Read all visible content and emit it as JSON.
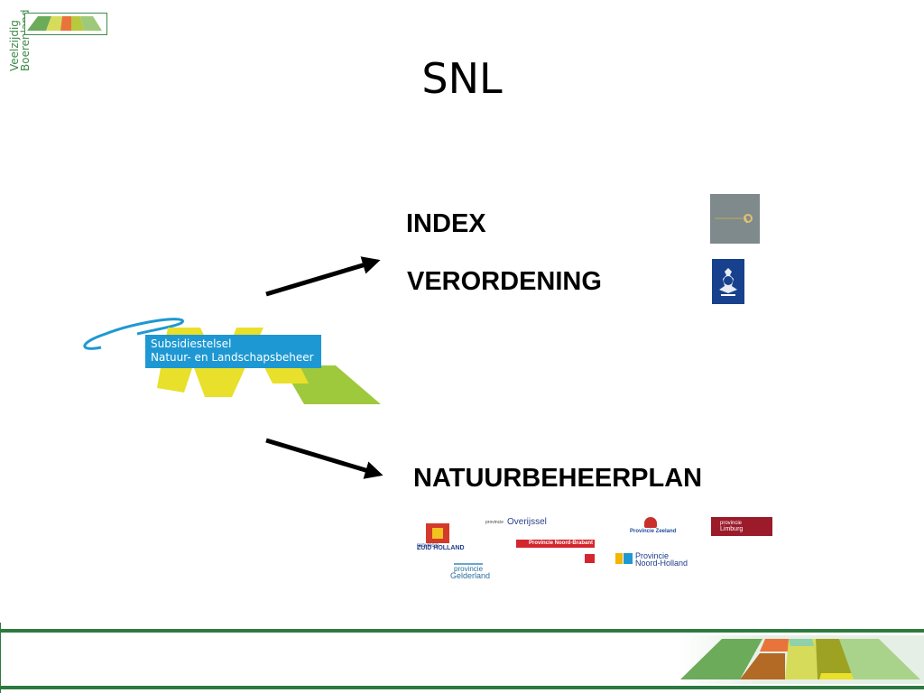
{
  "brand": {
    "line1": "Veelzijdig",
    "line2": "Boerenland"
  },
  "slide": {
    "title": "SNL"
  },
  "headings": {
    "index": "INDEX",
    "verordening": "VERORDENING",
    "natuurbeheerplan": "NATUURBEHEERPLAN"
  },
  "snl_logo": {
    "line1": "Subsidiestelsel",
    "line2": "Natuur- en Landschapsbeheer"
  },
  "provinces": {
    "zuid_holland": {
      "top": "provincie",
      "name": "ZUID HOLLAND"
    },
    "overijssel": {
      "small": "provincie",
      "name": "Overijssel"
    },
    "noord_brabant": {
      "name": "Provincie Noord-Brabant"
    },
    "zeeland": {
      "name": "Provincie Zeeland"
    },
    "limburg": {
      "top": "provincie",
      "name": "Limburg"
    },
    "noord_holland": {
      "line1": "Provincie",
      "line2": "Noord-Holland"
    },
    "gelderland": {
      "top": "provincie",
      "name": "Gelderland"
    }
  },
  "colors": {
    "green": "#3f8a4a",
    "snl_blue": "#1e98d3",
    "snl_yellow": "#e8e02a",
    "snl_green": "#9fc93c",
    "footer_green": "#2d7a3e"
  }
}
